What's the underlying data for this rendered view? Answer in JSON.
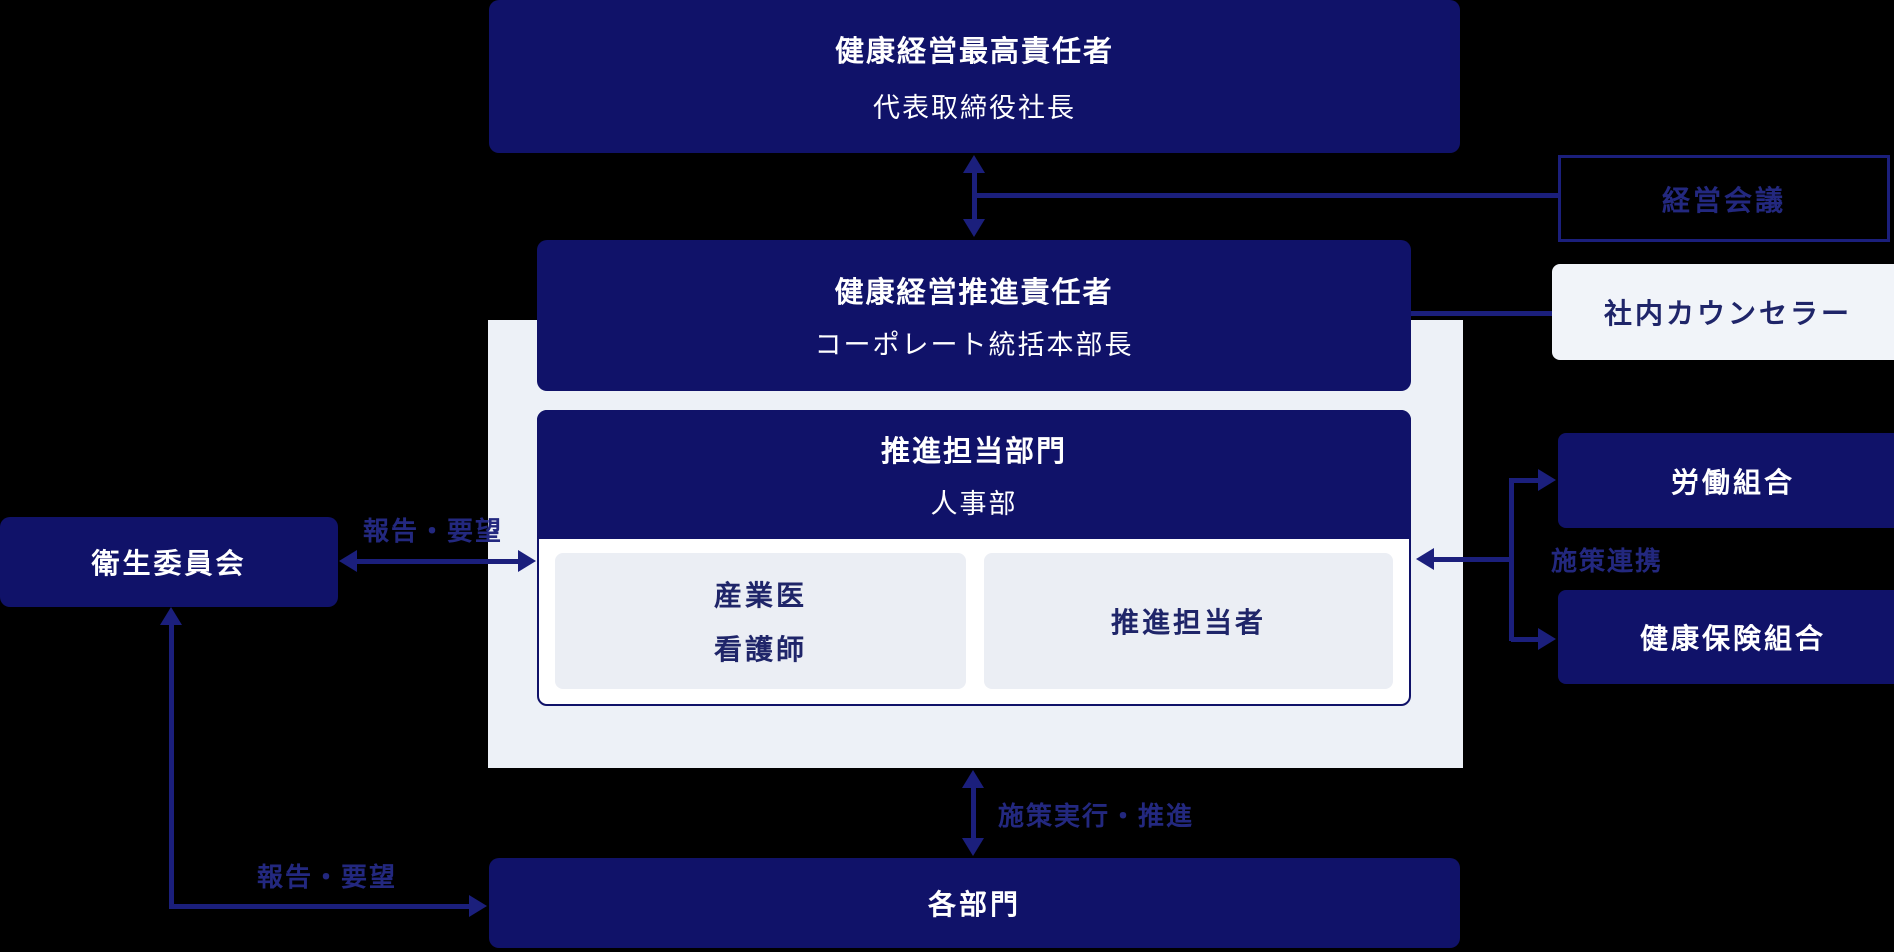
{
  "diagram": {
    "nodes": {
      "ceo": {
        "line1": "健康経営最高責任者",
        "line2": "代表取締役社長"
      },
      "management_council": {
        "label": "経営会議"
      },
      "promotion_officer": {
        "line1": "健康経営推進責任者",
        "line2": "コーポレート統括本部長"
      },
      "internal_counselor": {
        "label": "社内カウンセラー"
      },
      "promotion_dept": {
        "line1": "推進担当部門",
        "line2": "人事部"
      },
      "occupational_physician": {
        "line1": "産業医",
        "line2": "看護師"
      },
      "promotion_staff": {
        "label": "推進担当者"
      },
      "hygiene_committee": {
        "label": "衛生委員会"
      },
      "labor_union": {
        "label": "労働組合"
      },
      "health_insurance_union": {
        "label": "健康保険組合"
      },
      "departments": {
        "label": "各部門"
      }
    },
    "edge_labels": {
      "report_request_top": "報告・要望",
      "report_request_bottom": "報告・要望",
      "policy_coordination": "施策連携",
      "policy_execution": "施策実行・推進"
    },
    "colors": {
      "background": "#000000",
      "box_navy": "#101269",
      "line_navy": "#1b1f7c",
      "label_navy": "#23287f",
      "panel_light": "#edf1f7",
      "subbox_light": "#ebeef4",
      "counselor_light": "#f1f4f9",
      "text_white": "#ffffff",
      "text_dark_navy": "#1f2569"
    }
  }
}
